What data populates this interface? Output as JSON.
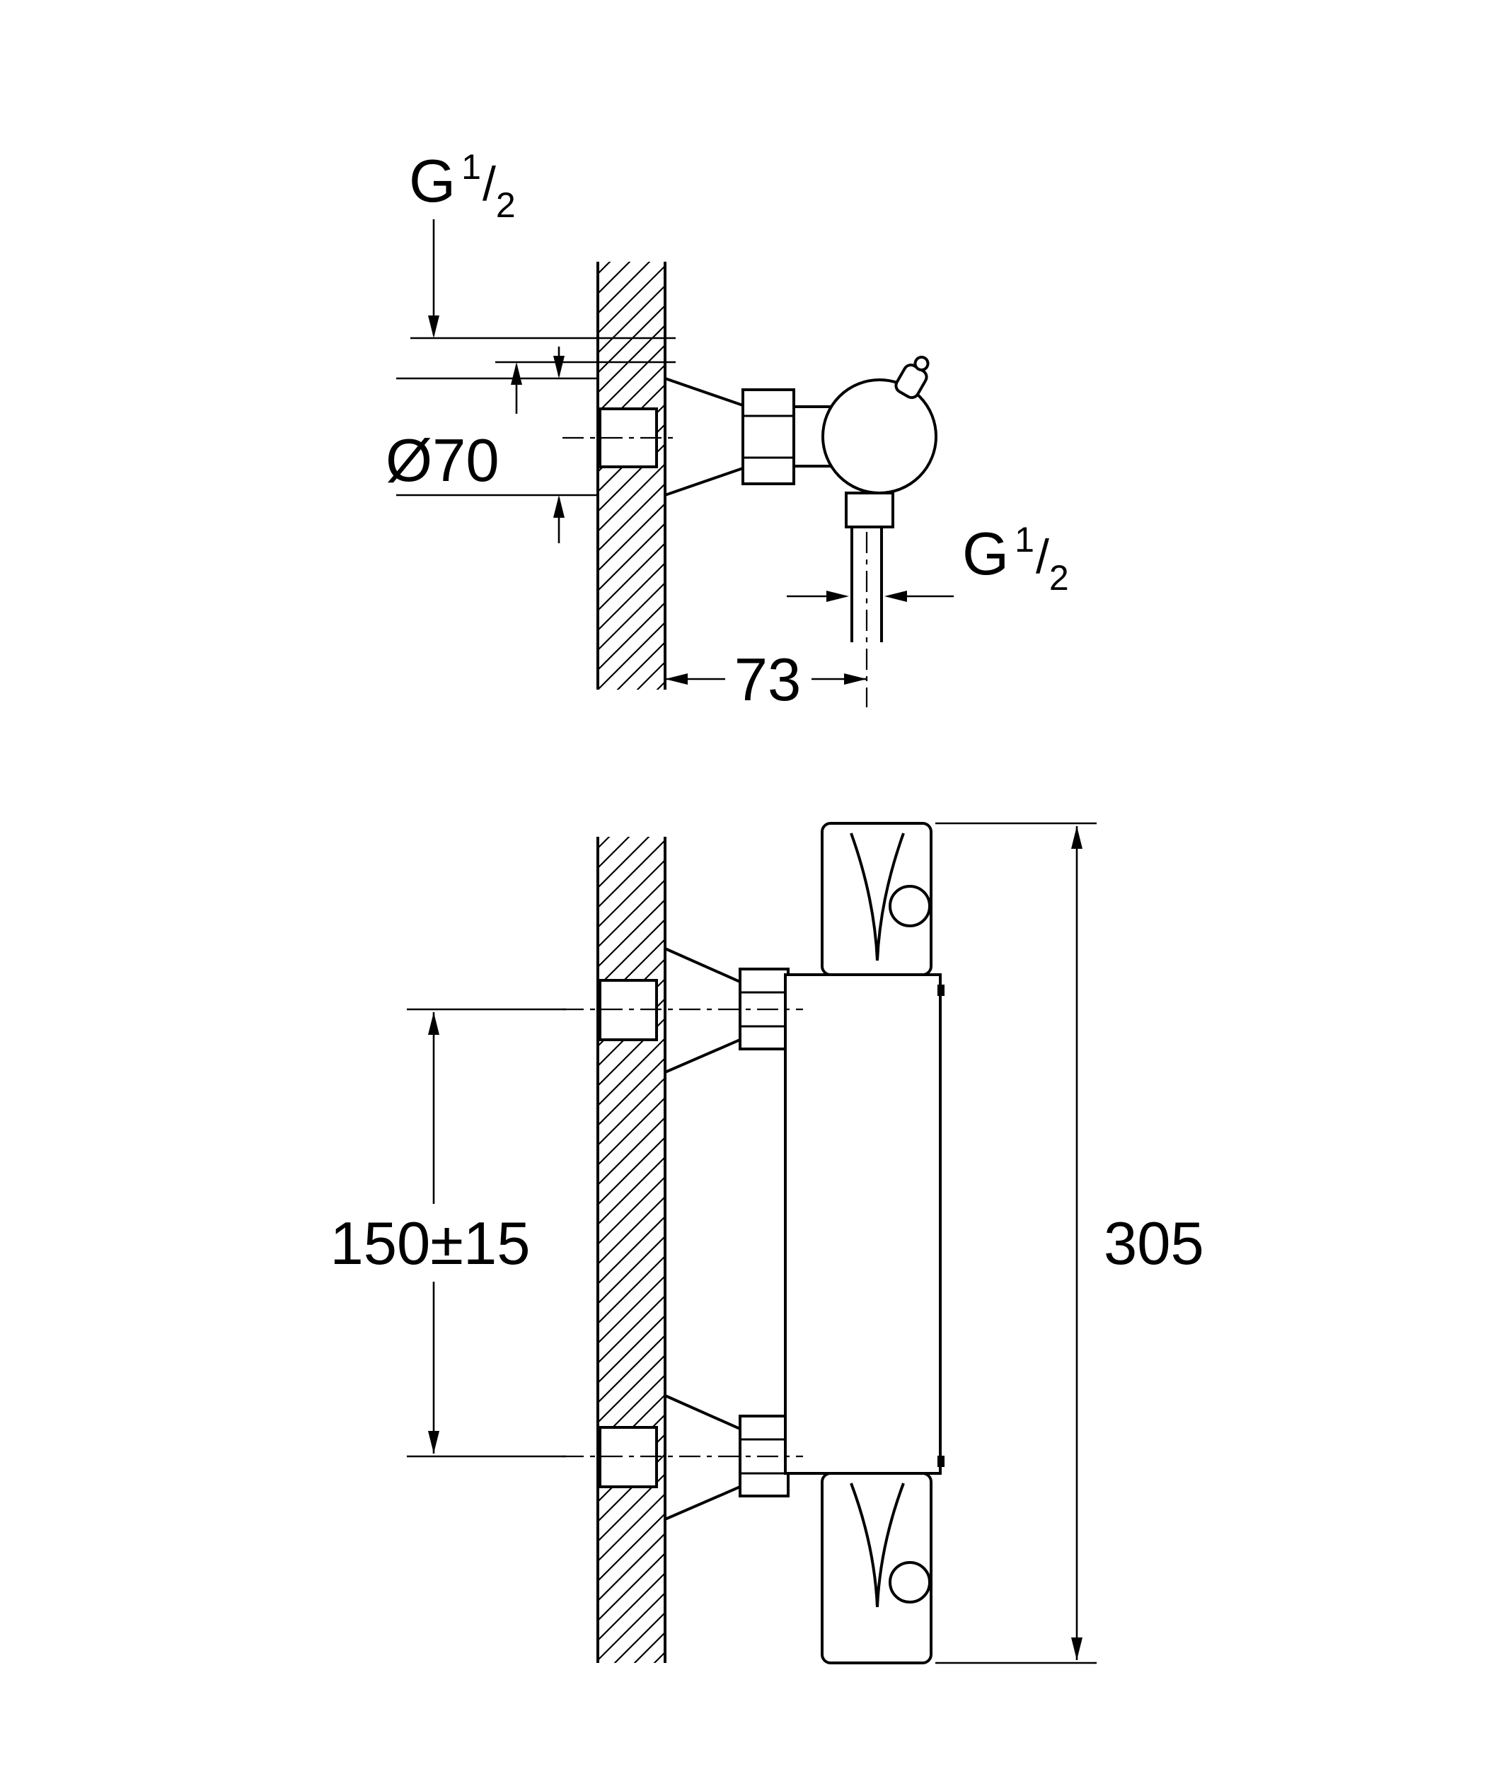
{
  "top_view": {
    "wall_thread": {
      "base": "G",
      "sup": "1",
      "slash": "/",
      "sub": "2"
    },
    "outlet_thread": {
      "base": "G",
      "sup": "1",
      "slash": "/",
      "sub": "2"
    },
    "escutcheon_diameter": "Ø70",
    "wall_to_outlet": "73"
  },
  "front_view": {
    "connection_spacing": "150±15",
    "total_height": "305"
  }
}
